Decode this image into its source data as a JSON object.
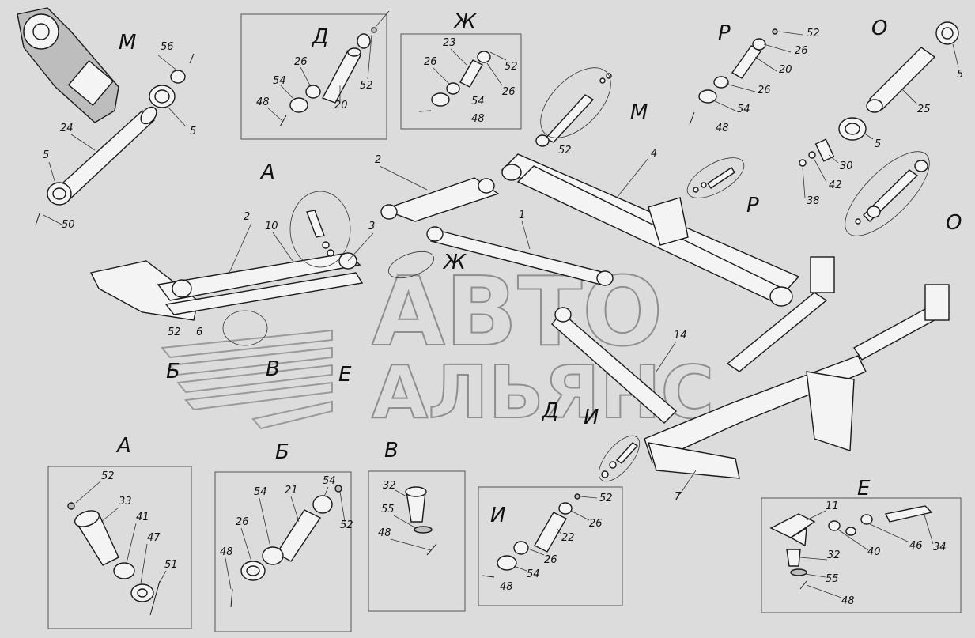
{
  "watermark": {
    "line1": "АВТО",
    "line2": "АЛЬЯНС"
  },
  "captions": {
    "M_top": "М",
    "D": "Д",
    "ZH": "Ж",
    "P": "Р",
    "O": "О",
    "A_top": "А",
    "M_right": "М",
    "P_right": "Р",
    "O_right": "О",
    "ZH_mid": "Ж",
    "B_mid": "Б",
    "V_mid": "В",
    "E_mid": "Е",
    "D_mid": "Д",
    "I_mid": "И",
    "A_det": "А",
    "B_det": "Б",
    "V_det": "В",
    "I_det": "И",
    "E_det": "Е"
  },
  "labels": {
    "m_56": "56",
    "m_24": "24",
    "m_5a": "5",
    "m_5b": "5",
    "m_50": "50",
    "d_26": "26",
    "d_54": "54",
    "d_48": "48",
    "d_20": "20",
    "d_52": "52",
    "zh_23": "23",
    "zh_26a": "26",
    "zh_52": "52",
    "zh_26b": "26",
    "zh_54": "54",
    "zh_48": "48",
    "p_52": "52",
    "p_26a": "26",
    "p_20": "20",
    "p_26b": "26",
    "p_54": "54",
    "p_48": "48",
    "o_5a": "5",
    "o_25": "25",
    "o_5b": "5",
    "o_30": "30",
    "o_42": "42",
    "o_38": "38",
    "a_2": "2",
    "a_4": "4",
    "a_52": "52",
    "a_1": "1",
    "a_2b": "2",
    "a_10": "10",
    "a_3": "3",
    "a_14": "14",
    "a_6": "6",
    "a_52b": "52",
    "a_7": "7",
    "det_a_52": "52",
    "det_a_33": "33",
    "det_a_41": "41",
    "det_a_47": "47",
    "det_a_51": "51",
    "det_b_54a": "54",
    "det_b_21": "21",
    "det_b_54b": "54",
    "det_b_26": "26",
    "det_b_52": "52",
    "det_b_48": "48",
    "det_v_32": "32",
    "det_v_55": "55",
    "det_v_48": "48",
    "det_i_52": "52",
    "det_i_26a": "26",
    "det_i_22": "22",
    "det_i_26b": "26",
    "det_i_54": "54",
    "det_i_48": "48",
    "det_e_11": "11",
    "det_e_40": "40",
    "det_e_46": "46",
    "det_e_34": "34",
    "det_e_32": "32",
    "det_e_55": "55",
    "det_e_48": "48"
  }
}
